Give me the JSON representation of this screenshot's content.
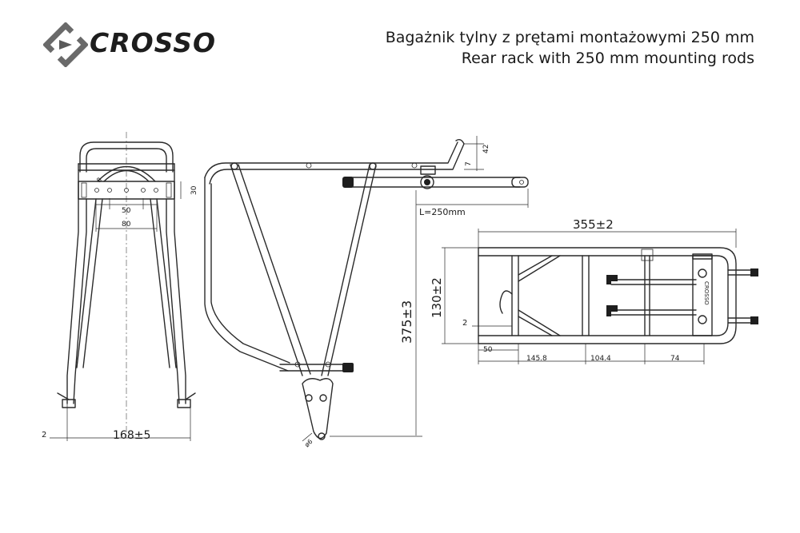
{
  "brand": {
    "name": "CROSSO"
  },
  "title": {
    "line_pl": "Bagażnik tylny z prętami montażowymi 250 mm",
    "line_en": "Rear rack with 250 mm mounting rods"
  },
  "front_view": {
    "dim_width": "168±5",
    "dim_offset": "2",
    "dim_50": "50",
    "dim_80": "80",
    "dim_30": "30",
    "dim_small": "8"
  },
  "side_view": {
    "dim_height": "375±3",
    "dim_rod_length": "L=250mm",
    "dim_42": "42",
    "dim_7": "7",
    "dim_hole": "ø6"
  },
  "top_view": {
    "dim_length": "355±2",
    "dim_width": "130±2",
    "dim_2": "2",
    "dim_50": "50",
    "dim_145": "145.8",
    "dim_104": "104.4",
    "dim_74": "74",
    "plate_label": "CROSSO"
  }
}
